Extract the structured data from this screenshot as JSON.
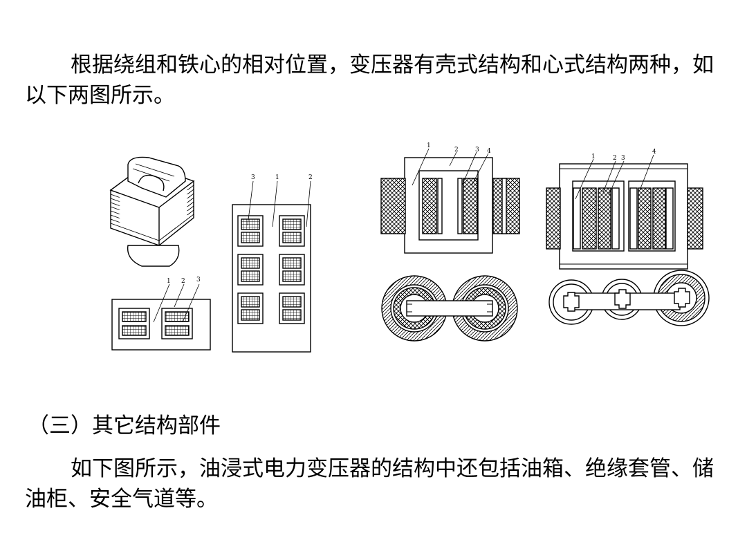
{
  "paragraph1": "根据绕组和铁心的相对位置，变压器有壳式结构和心式结构两种，如以下两图所示。",
  "section_heading": "（三）其它结构部件",
  "paragraph2": "如下图所示，油浸式电力变压器的结构中还包括油箱、绝缘套管、储油柜、安全气道等。",
  "figures": {
    "shell_section_labels": [
      "1",
      "2",
      "3"
    ],
    "shell_tall_labels": [
      "3",
      "1",
      "2"
    ],
    "core_left_labels": [
      "1",
      "2",
      "3",
      "4"
    ],
    "core_right_labels": [
      "1",
      "2",
      "3",
      "4"
    ]
  }
}
